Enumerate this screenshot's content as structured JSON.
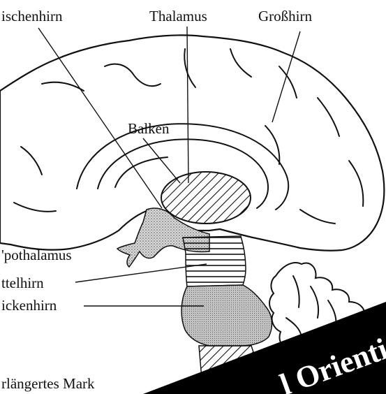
{
  "labels": {
    "zwischenhirn": "ischenhirn",
    "thalamus": "Thalamus",
    "grosshirn": "Großhirn",
    "balken": "Balken",
    "hypothalamus": "'pothalamus",
    "mittelhirn": "ttelhirn",
    "rueckenhirn": "ickenhirn",
    "verlaengertes_mark": "rlängertes Mark"
  },
  "band": {
    "text": "l Orienti"
  },
  "colors": {
    "ink": "#111111",
    "stipple": "#bfbfbf",
    "band": "#000000"
  }
}
